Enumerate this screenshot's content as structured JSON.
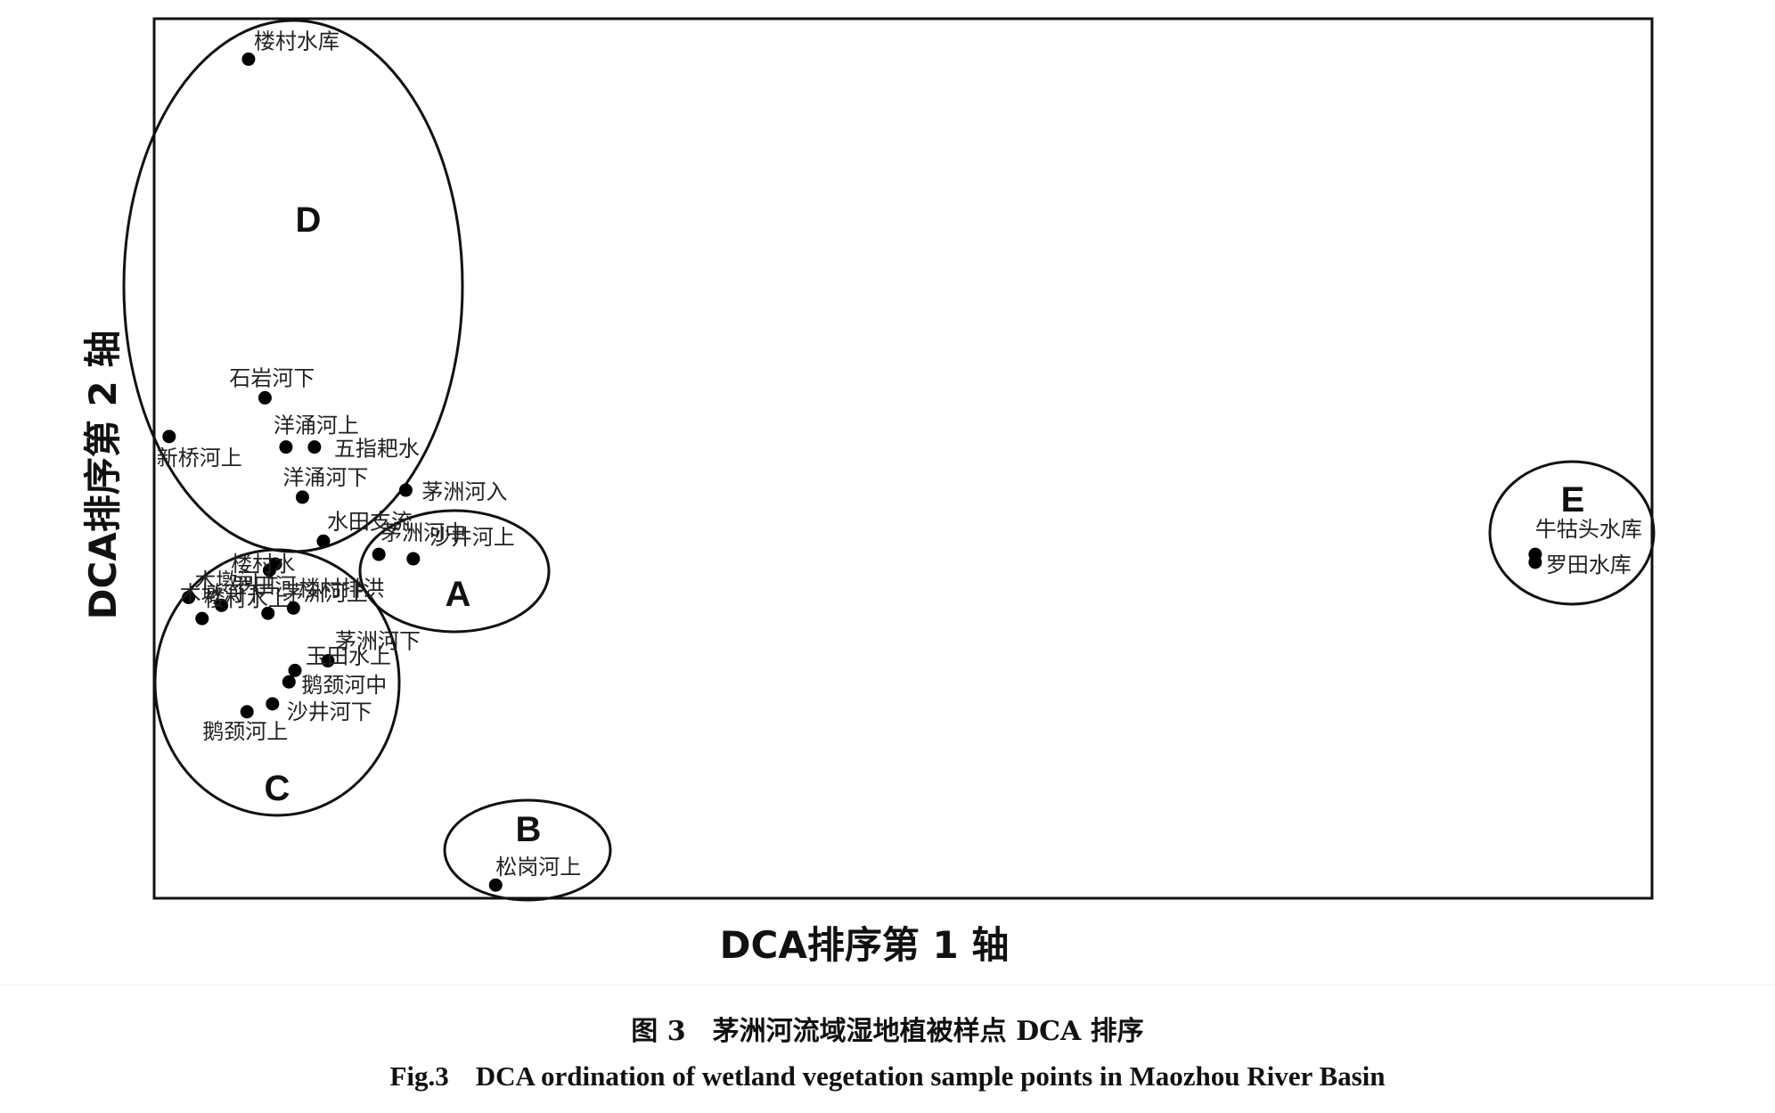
{
  "caption": {
    "cn_label": "图 3",
    "cn_text": "茅洲河流域湿地植被样点 DCA 排序",
    "en_label": "Fig.3",
    "en_text": "DCA ordination of wetland vegetation sample points in Maozhou River Basin"
  },
  "chart_data": {
    "type": "scatter",
    "xlabel": "DCA排序第 1 轴",
    "ylabel": "DCA排序第 2 轴",
    "xlim": [
      0,
      100
    ],
    "ylim": [
      0,
      100
    ],
    "grid": false,
    "legend": "none",
    "colors": {
      "point": "#000000",
      "frame": "#111111",
      "group_outline": "#111111"
    },
    "points": [
      {
        "label": "楼村水库",
        "x": 6.3,
        "y": 95.4
      },
      {
        "label": "石岩河下",
        "x": 7.4,
        "y": 56.9
      },
      {
        "label": "新桥河上",
        "x": 1.0,
        "y": 52.5
      },
      {
        "label": "洋涌河上",
        "x": 8.8,
        "y": 51.3
      },
      {
        "label": "五指耙水",
        "x": 10.7,
        "y": 51.3
      },
      {
        "label": "洋涌河下",
        "x": 9.9,
        "y": 45.6
      },
      {
        "label": "茅洲河入",
        "x": 16.8,
        "y": 46.4
      },
      {
        "label": "水田支流",
        "x": 11.3,
        "y": 40.6
      },
      {
        "label": "茅洲河中",
        "x": 15.0,
        "y": 39.1
      },
      {
        "label": "沙井河上",
        "x": 17.3,
        "y": 38.6
      },
      {
        "label": "木墩河上",
        "x": 7.7,
        "y": 37.3
      },
      {
        "label": "楼村水",
        "x": 8.1,
        "y": 38.0
      },
      {
        "label": "木墩河下",
        "x": 2.3,
        "y": 34.2
      },
      {
        "label": "楼村水上",
        "x": 3.2,
        "y": 31.8
      },
      {
        "label": "罗田河",
        "x": 4.5,
        "y": 33.3
      },
      {
        "label": "茅洲河上",
        "x": 7.6,
        "y": 32.4
      },
      {
        "label": "楼村排洪",
        "x": 9.3,
        "y": 33.0
      },
      {
        "label": "茅洲河下",
        "x": 11.6,
        "y": 27.0
      },
      {
        "label": "玉田水上",
        "x": 9.4,
        "y": 25.9
      },
      {
        "label": "鹅颈河中",
        "x": 9.0,
        "y": 24.6
      },
      {
        "label": "沙井河下",
        "x": 7.9,
        "y": 22.1
      },
      {
        "label": "鹅颈河上",
        "x": 6.2,
        "y": 21.2
      },
      {
        "label": "松岗河上",
        "x": 22.8,
        "y": 1.5
      },
      {
        "label": "牛牯头水库",
        "x": 92.2,
        "y": 39.1
      },
      {
        "label": "罗田水库",
        "x": 92.2,
        "y": 38.2
      }
    ],
    "group_labels": [
      "A",
      "B",
      "C",
      "D",
      "E"
    ]
  }
}
